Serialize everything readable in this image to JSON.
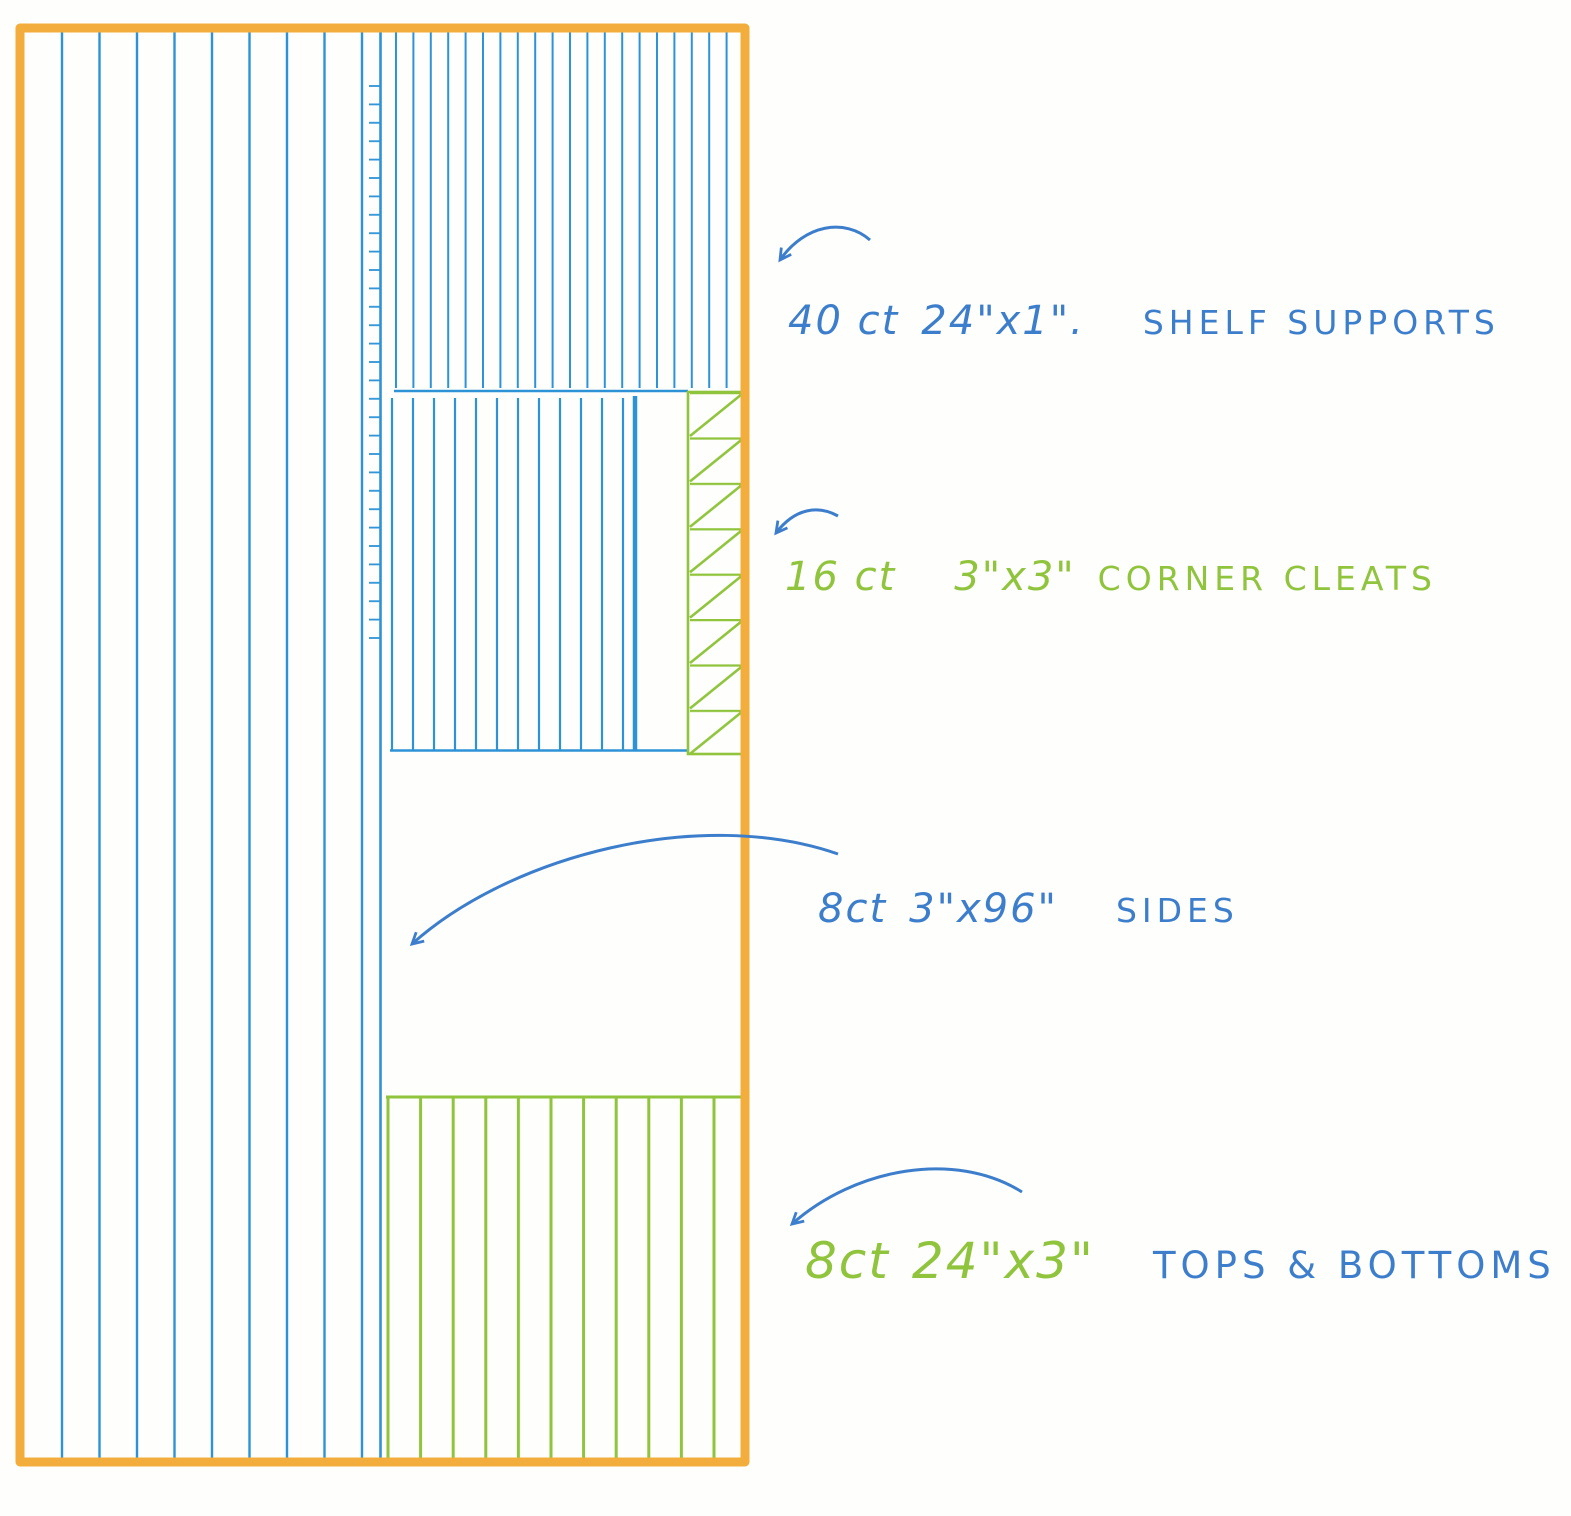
{
  "colors": {
    "orange": "#F2AD3D",
    "sketch_blue": "#2E93D6",
    "text_blue": "#3D7ECC",
    "green": "#8FC43C"
  },
  "labels": {
    "shelf_supports": {
      "count": "40 ct",
      "size": "24\"x1\".",
      "name": "SHELF SUPPORTS"
    },
    "corner_cleats": {
      "count": "16 ct",
      "size": "3\"x3\"",
      "name": "CORNER CLEATS"
    },
    "sides": {
      "count": "8ct",
      "size": "3\"x96\"",
      "name": "SIDES"
    },
    "tops_bottoms": {
      "count": "8ct",
      "size": "24\"x3\"",
      "name": "TOPS & BOTTOMS"
    }
  }
}
